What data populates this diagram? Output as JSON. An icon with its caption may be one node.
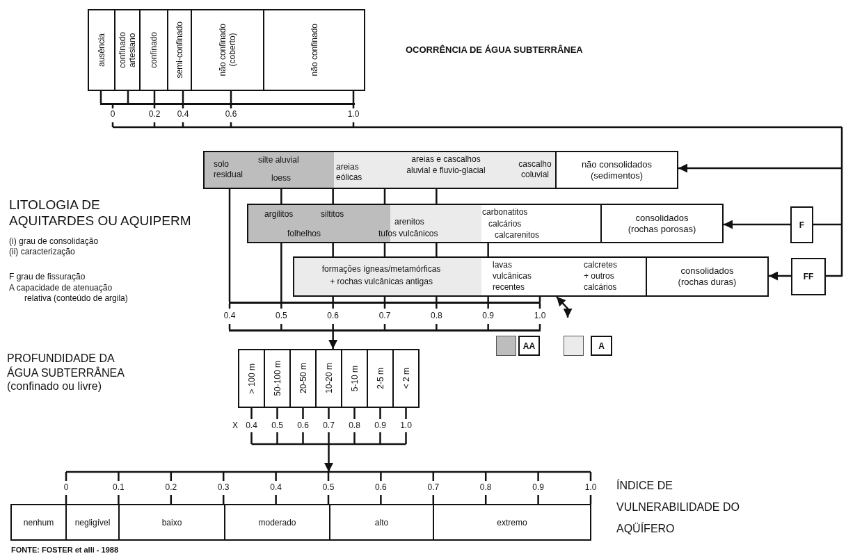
{
  "diagram": {
    "caption": "FONTE: FOSTER et alli - 1988",
    "nodes": [
      {
        "text": [
          "ausência"
        ]
      },
      {
        "text": [
          "confinado artesiano"
        ]
      },
      {
        "text": [
          "confinado"
        ]
      },
      {
        "text": [
          "semi-confinado"
        ]
      },
      {
        "text": [
          "não confinado (coberto)"
        ]
      },
      {
        "text": [
          "não confinado"
        ]
      },
      {
        "text": [
          "solo residual",
          "silte aluvial",
          "loess",
          "areias eólicas",
          "areias e cascalhos aluvial e fluvio-glacial",
          "cascalho coluvial"
        ]
      },
      {
        "text": [
          "não consolidados (sedimentos)"
        ]
      },
      {
        "text": [
          "argilitos",
          "siltitos",
          "folhelhos",
          "arenitos",
          "tufos vulcânicos",
          "carbonatitos",
          "calcários",
          "calcarenitos"
        ]
      },
      {
        "text": [
          "consolidados (rochas porosas)"
        ]
      },
      {
        "text": [
          "formações ígneas/metamórficas + rochas vulcânicas antigas",
          "lavas vulcânicas recentes",
          "calcretes + outros calcários"
        ]
      },
      {
        "text": [
          "consolidados (rochas duras)"
        ]
      },
      {
        "text": [
          "F"
        ]
      },
      {
        "text": [
          "FF"
        ]
      },
      {
        "text": [
          "> 100 m"
        ]
      },
      {
        "text": [
          "50-100 m"
        ]
      },
      {
        "text": [
          "20-50 m"
        ]
      },
      {
        "text": [
          "10-20 m"
        ]
      },
      {
        "text": [
          "5-10 m"
        ]
      },
      {
        "text": [
          "2-5 m"
        ]
      },
      {
        "text": [
          "< 2 m"
        ]
      },
      {
        "text": [
          "nenhum"
        ]
      },
      {
        "text": [
          "negligível"
        ]
      },
      {
        "text": [
          "baixo"
        ]
      },
      {
        "text": [
          "moderado"
        ]
      },
      {
        "text": [
          "alto"
        ]
      },
      {
        "text": [
          "extremo"
        ]
      },
      {
        "text": [],
        "shape": "bar"
      },
      {
        "text": [],
        "shape": "bar"
      },
      {
        "text": [],
        "shape": "bar"
      }
    ],
    "edges": [
      {
        "from": null,
        "to": 7,
        "arrow": "to"
      },
      {
        "from": null,
        "to": 12,
        "arrow": "none"
      },
      {
        "from": 12,
        "to": 9,
        "arrow": "to"
      },
      {
        "from": null,
        "to": 13,
        "arrow": "none"
      },
      {
        "from": 13,
        "to": 11,
        "arrow": "to"
      },
      {
        "from": 10,
        "to": null,
        "arrow": "both"
      },
      {
        "from": 29,
        "to": 17,
        "arrow": "to"
      },
      {
        "from": 0,
        "to": 27,
        "arrow": "none"
      },
      {
        "from": 1,
        "to": 27,
        "arrow": "none"
      },
      {
        "from": 2,
        "to": 27,
        "arrow": "none"
      },
      {
        "from": 3,
        "to": 27,
        "arrow": "none"
      },
      {
        "from": 4,
        "to": 27,
        "arrow": "none"
      },
      {
        "from": 5,
        "to": 27,
        "arrow": "none"
      },
      {
        "from": 6,
        "to": 8,
        "arrow": "none"
      },
      {
        "from": 6,
        "to": 8,
        "arrow": "none"
      },
      {
        "from": 6,
        "to": 8,
        "arrow": "none"
      },
      {
        "from": 6,
        "to": 8,
        "arrow": "none"
      },
      {
        "from": 6,
        "to": 28,
        "arrow": "none"
      },
      {
        "from": 8,
        "to": 28,
        "arrow": "none"
      },
      {
        "from": 8,
        "to": 10,
        "arrow": "none"
      },
      {
        "from": 8,
        "to": 10,
        "arrow": "none"
      },
      {
        "from": 8,
        "to": 10,
        "arrow": "none"
      },
      {
        "from": 8,
        "to": 10,
        "arrow": "none"
      },
      {
        "from": 10,
        "to": 28,
        "arrow": "none"
      },
      {
        "from": 10,
        "to": 28,
        "arrow": "none"
      },
      {
        "from": 10,
        "to": 28,
        "arrow": "none"
      },
      {
        "from": 10,
        "to": 28,
        "arrow": "none"
      },
      {
        "from": 10,
        "to": 28,
        "arrow": "none"
      }
    ],
    "labels": [
      "OCORRÊNCIA DE ÁGUA SUBTERRÂNEA",
      "0",
      "0.2",
      "0.4",
      "0.6",
      "1.0",
      "LITOLOGIA DE AQUITARDES OU AQUIPERM",
      "(i) grau de consolidação",
      "(ii) caracterização",
      "F grau de fissuração",
      "A capacidade de atenuação relativa (conteúdo de argila)",
      "0.4",
      "0.5",
      "0.6",
      "0.7",
      "0.8",
      "0.9",
      "1.0",
      "PROFUNDIDADE DA ÁGUA SUBTERRÂNEA",
      "(confinado ou livre)",
      "X",
      "0.4",
      "0.5",
      "0.6",
      "0.7",
      "0.8",
      "0.9",
      "1.0",
      "0",
      "0.1",
      "0.2",
      "0.3",
      "0.4",
      "0.5",
      "0.6",
      "0.7",
      "0.8",
      "0.9",
      "1.0",
      "ÍNDICE DE VULNERABILIDADE DO AQÜÍFERO"
    ],
    "legend": [
      {
        "text": "AA",
        "color": "#bdbdbd"
      },
      {
        "text": "A",
        "color": "#ebebeb"
      }
    ]
  }
}
